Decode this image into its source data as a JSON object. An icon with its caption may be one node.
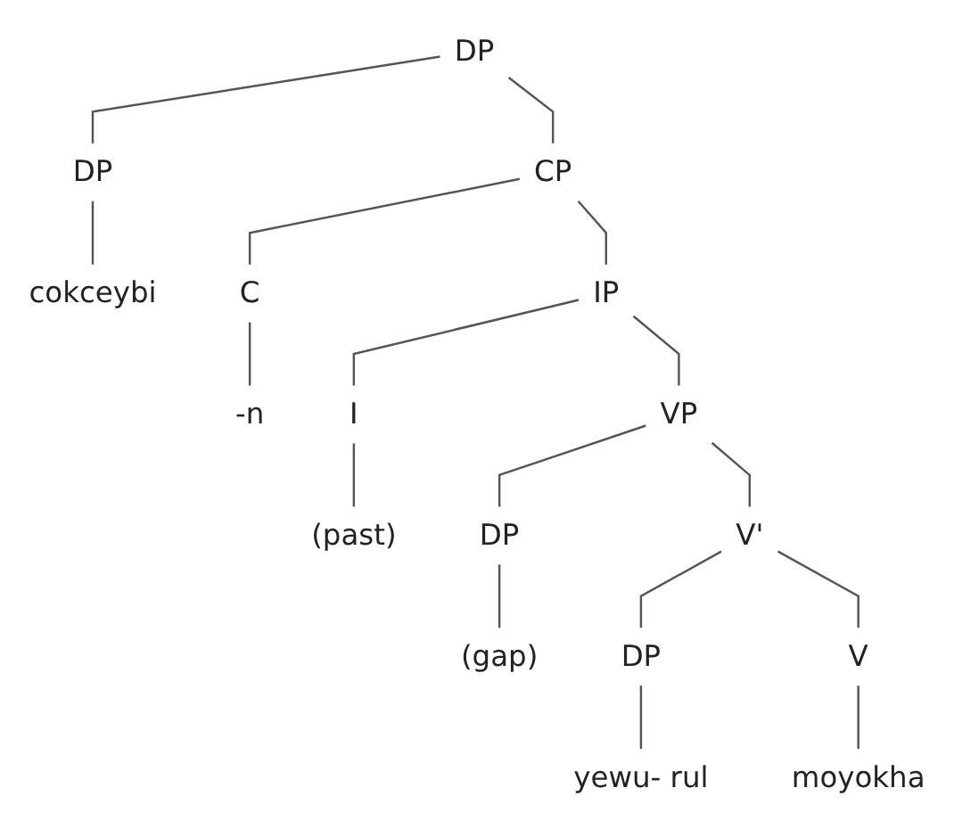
{
  "diagram": {
    "nodes": [
      {
        "text": [
          "DP"
        ]
      },
      {
        "text": [
          "CP"
        ]
      },
      {
        "text": [
          "DP"
        ]
      },
      {
        "text": [
          "cokceybi"
        ]
      },
      {
        "text": [
          "IP"
        ]
      },
      {
        "text": [
          "C"
        ]
      },
      {
        "text": [
          "-n"
        ]
      },
      {
        "text": [
          "VP"
        ]
      },
      {
        "text": [
          "I"
        ]
      },
      {
        "text": [
          "(past)"
        ]
      },
      {
        "text": [
          "DP"
        ]
      },
      {
        "text": [
          "V'"
        ]
      },
      {
        "text": [
          "(gap)"
        ]
      },
      {
        "text": [
          "DP"
        ]
      },
      {
        "text": [
          "V"
        ]
      },
      {
        "text": [
          "yewu- rul"
        ]
      },
      {
        "text": [
          "moyokha"
        ]
      }
    ],
    "edges": [
      {
        "from": 0,
        "to": 1,
        "arrow": "none"
      },
      {
        "from": 0,
        "to": 2,
        "arrow": "none"
      },
      {
        "from": 2,
        "to": 3,
        "arrow": "none"
      },
      {
        "from": 1,
        "to": 4,
        "arrow": "none"
      },
      {
        "from": 1,
        "to": 5,
        "arrow": "none"
      },
      {
        "from": 5,
        "to": 6,
        "arrow": "none"
      },
      {
        "from": 4,
        "to": 7,
        "arrow": "none"
      },
      {
        "from": 4,
        "to": 8,
        "arrow": "none"
      },
      {
        "from": 8,
        "to": 9,
        "arrow": "none"
      },
      {
        "from": 7,
        "to": 10,
        "arrow": "none"
      },
      {
        "from": 7,
        "to": 11,
        "arrow": "none"
      },
      {
        "from": 10,
        "to": 12,
        "arrow": "none"
      },
      {
        "from": 11,
        "to": 13,
        "arrow": "none"
      },
      {
        "from": 11,
        "to": 14,
        "arrow": "none"
      },
      {
        "from": 13,
        "to": 15,
        "arrow": "none"
      },
      {
        "from": 14,
        "to": 16,
        "arrow": "none"
      }
    ]
  }
}
